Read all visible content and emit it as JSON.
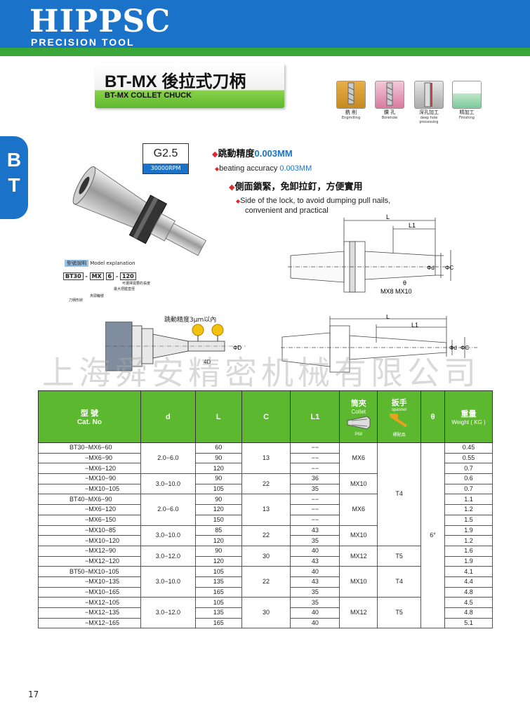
{
  "header": {
    "brand": "HIPPSC",
    "subtitle": "PRECISION TOOL",
    "brand_color": "#1b73c9",
    "accent_color": "#3aa63a"
  },
  "side_tab": {
    "line1": "B",
    "line2": "T"
  },
  "title": {
    "main": "BT-MX 後拉式刀柄",
    "sub": "BT-MX COLLET CHUCK"
  },
  "processes": [
    {
      "cn": "銑 削",
      "en": "Engmilling"
    },
    {
      "cn": "鑽 孔",
      "en": "Borehole"
    },
    {
      "cn": "深孔加工",
      "en": "deep hole processing"
    },
    {
      "cn": "精加工",
      "en": "Finishing"
    }
  ],
  "grade": {
    "value": "G2.5",
    "rpm": "30000RPM"
  },
  "features": [
    {
      "cn": "跳動精度",
      "cn_hl": "0.003MM",
      "en": "beating accuracy ",
      "en_hl": "0.003MM"
    },
    {
      "cn": "側面鎖緊，免卸拉釘，方便實用",
      "en_line1": "Side of the lock, to avoid dumping pull nails,",
      "en_line2": "convenient and practical"
    }
  ],
  "model": {
    "title_cn": "型號說明",
    "title_en": "Model explanation",
    "code": [
      "BT30",
      "MX",
      "6",
      "120"
    ],
    "note_length": "可選擇需要的長度",
    "note_max": "最大把握直徑",
    "note_clamp": "夾頭輪號",
    "note_shank": "刀柄形狀"
  },
  "diagram": {
    "L": "L",
    "L1": "L1",
    "d": "Φd",
    "C": "ΦC",
    "theta": "θ",
    "collets": "MX8  MX10",
    "runout": "跳動精度3μm以內",
    "four_d": "4D",
    "D": "ΦD"
  },
  "watermark": "上海舜安精密机械有限公司",
  "table": {
    "headers": {
      "cat_cn": "型 號",
      "cat_en": "Cat. No",
      "d": "d",
      "L": "L",
      "C": "C",
      "L1": "L1",
      "collet_cn": "筒夾",
      "collet_en": "Collet",
      "collet_note": "P68",
      "spanner_cn": "扳手",
      "spanner_en": "spanner",
      "spanner_note": "標配品",
      "theta": "θ",
      "weight_cn": "重量",
      "weight_en": "Weight ( KG )"
    },
    "rows": [
      {
        "cat": "BT30−MX6−60",
        "L": "60",
        "L1": "−−",
        "w": "0.45"
      },
      {
        "cat": "−MX6−90",
        "L": "90",
        "L1": "−−",
        "w": "0.55"
      },
      {
        "cat": "−MX6−120",
        "L": "120",
        "L1": "−−",
        "w": "0.7"
      },
      {
        "cat": "−MX10−90",
        "L": "90",
        "L1": "36",
        "w": "0.6"
      },
      {
        "cat": "−MX10−105",
        "L": "105",
        "L1": "35",
        "w": "0.7"
      },
      {
        "cat": "BT40−MX6−90",
        "L": "90",
        "L1": "−−",
        "w": "1.1"
      },
      {
        "cat": "−MX6−120",
        "L": "120",
        "L1": "−−",
        "w": "1.2"
      },
      {
        "cat": "−MX6−150",
        "L": "150",
        "L1": "−−",
        "w": "1.5"
      },
      {
        "cat": "−MX10−85",
        "L": "85",
        "L1": "43",
        "w": "1.9"
      },
      {
        "cat": "−MX10−120",
        "L": "120",
        "L1": "35",
        "w": "1.2"
      },
      {
        "cat": "−MX12−90",
        "L": "90",
        "L1": "40",
        "w": "1.6"
      },
      {
        "cat": "−MX12−120",
        "L": "120",
        "L1": "43",
        "w": "1.9"
      },
      {
        "cat": "BT50−MX10−105",
        "L": "105",
        "L1": "40",
        "w": "4.1"
      },
      {
        "cat": "−MX10−135",
        "L": "135",
        "L1": "43",
        "w": "4.4"
      },
      {
        "cat": "−MX10−165",
        "L": "165",
        "L1": "35",
        "w": "4.8"
      },
      {
        "cat": "−MX12−105",
        "L": "105",
        "L1": "35",
        "w": "4.5"
      },
      {
        "cat": "−MX12−135",
        "L": "135",
        "L1": "40",
        "w": "4.8"
      },
      {
        "cat": "−MX12−165",
        "L": "165",
        "L1": "40",
        "w": "5.1"
      }
    ],
    "groups": {
      "d": [
        "2.0−6.0",
        "3.0−10.0",
        "2.0−6.0",
        "3.0−10.0",
        "3.0−12.0",
        "3.0−10.0",
        "3.0−12.0"
      ],
      "C": [
        "13",
        "22",
        "13",
        "22",
        "30",
        "22",
        "30"
      ],
      "collet": [
        "MX6",
        "MX10",
        "MX6",
        "MX10",
        "MX12",
        "MX10",
        "MX12"
      ],
      "spanner": [
        "T4",
        "T5",
        "T4",
        "T5"
      ],
      "theta": "6°"
    }
  },
  "page_number": "17"
}
